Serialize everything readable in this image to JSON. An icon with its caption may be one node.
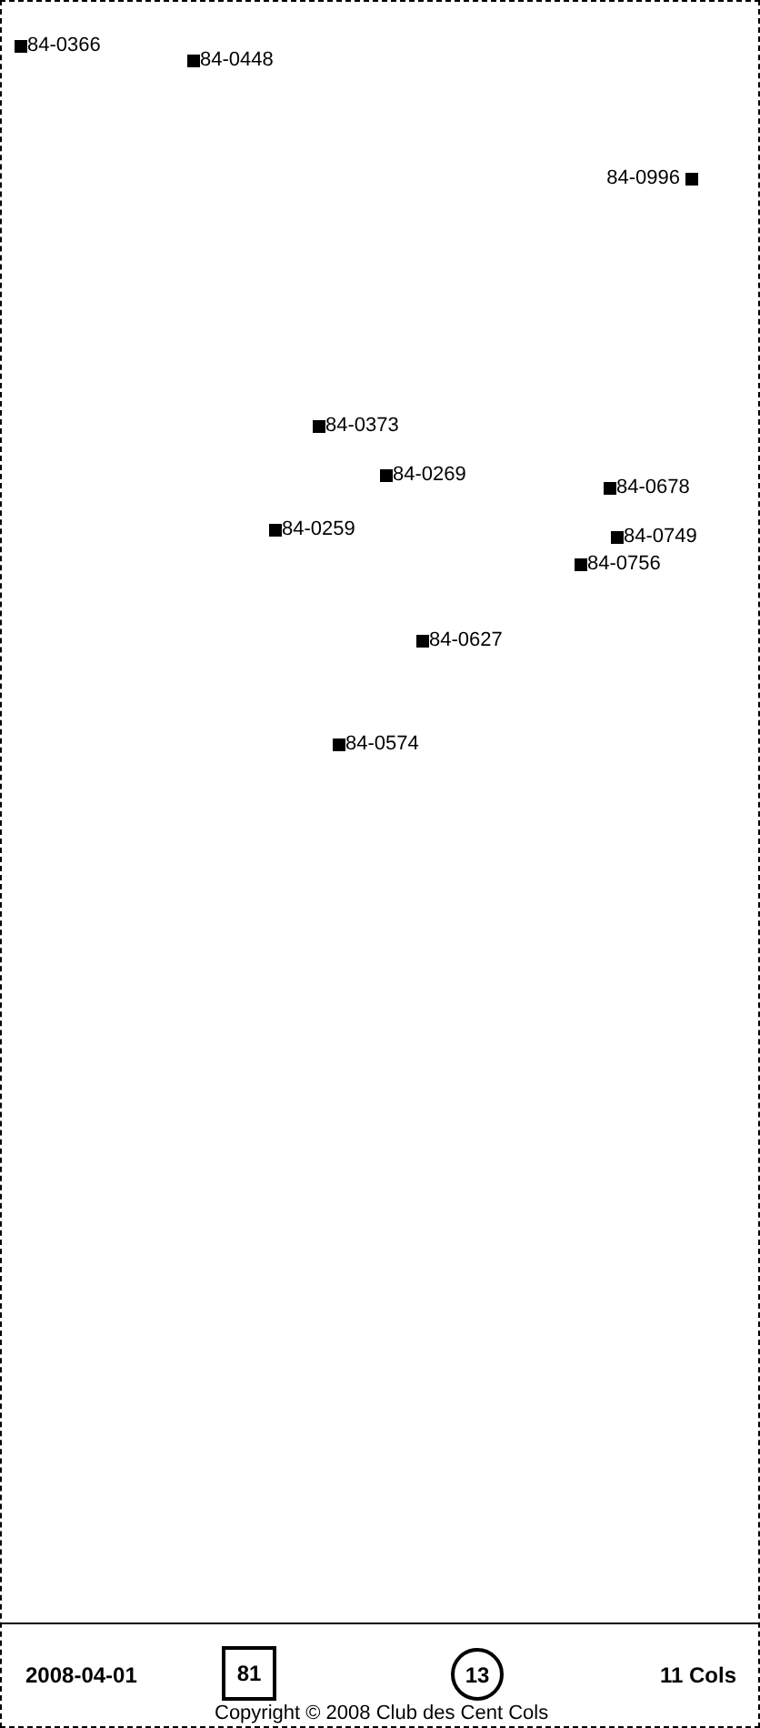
{
  "diagram": {
    "nodes": [
      {
        "text": [
          "81"
        ]
      },
      {
        "text": [
          "13"
        ]
      }
    ],
    "edges": [],
    "labels": [
      "84-0366",
      "84-0448",
      "84-0996",
      "84-0373",
      "84-0269",
      "84-0678",
      "84-0259",
      "84-0749",
      "84-0756",
      "84-0627",
      "84-0574",
      "2008-04-01",
      "11 Cols",
      "Copyright © 2008 Club des Cent Cols"
    ]
  }
}
